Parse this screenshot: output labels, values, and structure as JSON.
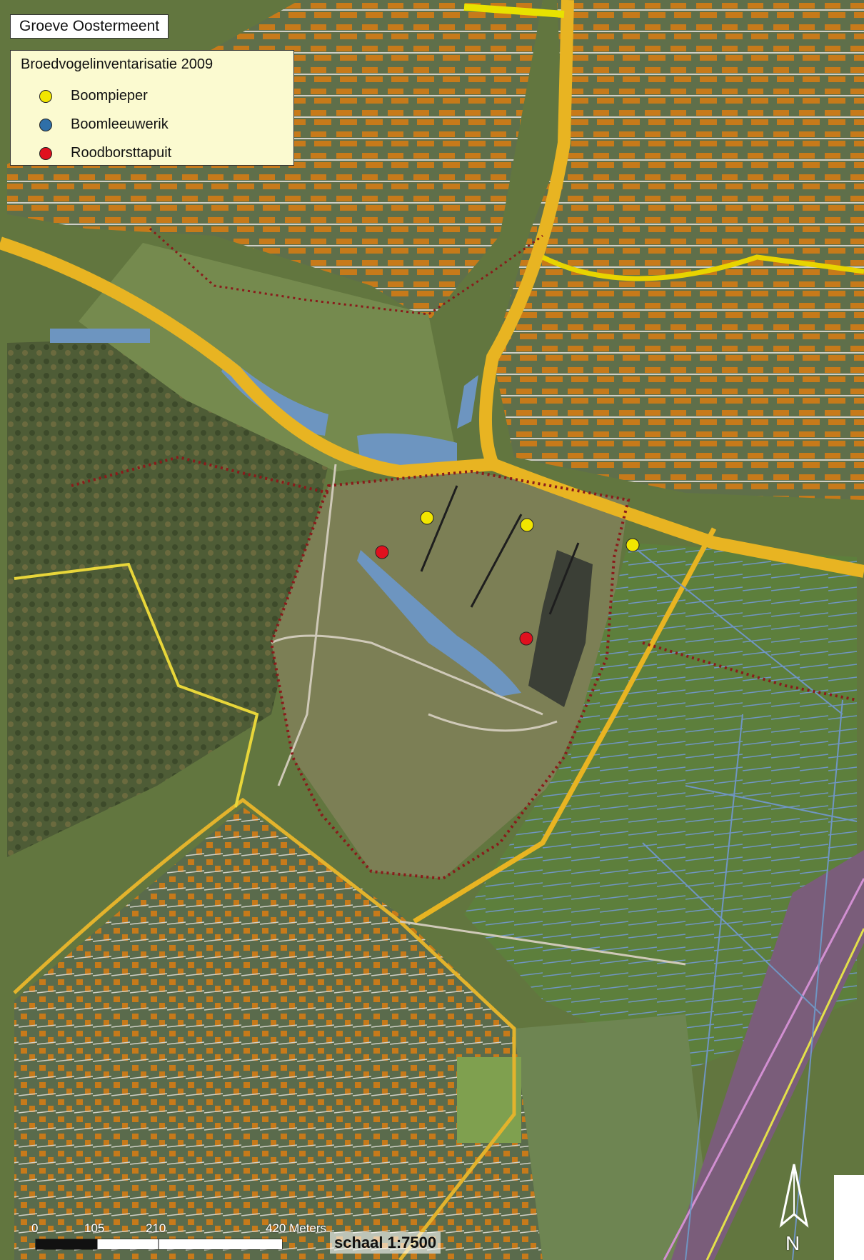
{
  "map": {
    "title": "Groeve Oostermeent",
    "legend": {
      "title": "Broedvogelinventarisatie 2009",
      "items": [
        {
          "label": "Boompieper",
          "color": "#f2e600"
        },
        {
          "label": "Boomleeuwerik",
          "color": "#2f6fa8"
        },
        {
          "label": "Roodborsttapuit",
          "color": "#e0101e"
        }
      ]
    },
    "scale": {
      "label": "schaal 1:7500",
      "ticks": [
        "0",
        "105",
        "210",
        "420 Meters"
      ]
    },
    "north_label": "N",
    "colors": {
      "roads": "#e8b422",
      "buildings": "#c77a1a",
      "water": "#6d95c0",
      "boundary": "#8a1b1b",
      "grass": "#6f8a4a",
      "railway": "#b07ab0"
    }
  }
}
